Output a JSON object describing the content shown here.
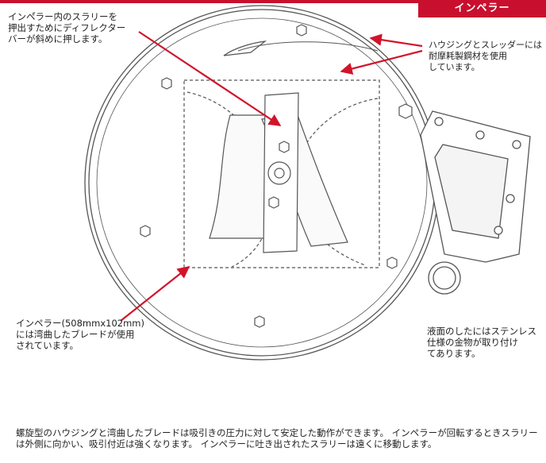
{
  "header": {
    "tag_label": "インペラー"
  },
  "annotations": {
    "deflector": "インペ゙ラー内のスラリーを\n押出すためにディフレクター\nバーが斜めに押します。",
    "housing": "ハウジングとスレッダーには\n耐摩耗製鋼材を使用\nしています。",
    "impeller": "インペラー(508mmx102mm)\nには湾曲したブレードが使用\nされています。",
    "fitting": "液面のしたにはステンレス\n仕様の金物が取り付け\nてあります。"
  },
  "footer": {
    "text": "螺旋型のハウジングと湾曲したブレードは吸引きの圧力に対して安定した動作ができます。 インペラーが回転するときスラリーは外側に向かい、吸引付近は強くなります。 インペラーに吐き出されたスラリーは遠くに移動します。"
  },
  "colors": {
    "accent": "#c8102e",
    "line": "#555555"
  }
}
